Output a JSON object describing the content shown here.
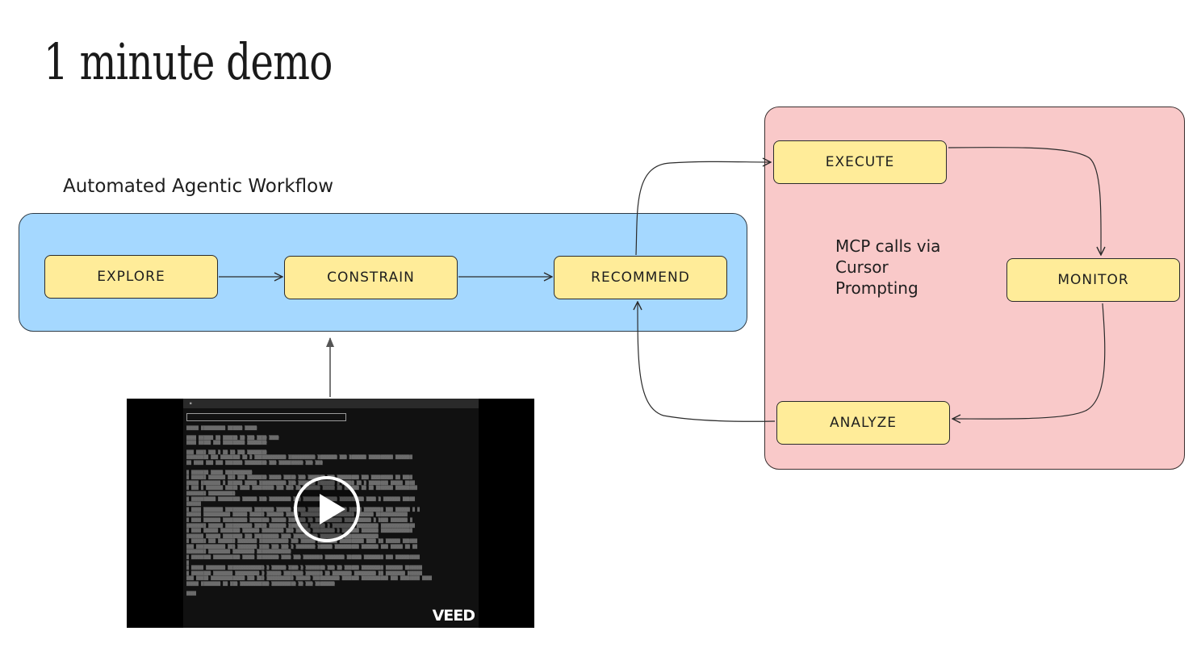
{
  "slide": {
    "title": "1 minute demo"
  },
  "workflow_group": {
    "label": "Automated Agentic Workflow",
    "nodes": {
      "explore": "EXPLORE",
      "constrain": "CONSTRAIN",
      "recommend": "RECOMMEND"
    }
  },
  "execution_group": {
    "note_lines": [
      "MCP calls via",
      "Cursor",
      "Prompting"
    ],
    "nodes": {
      "execute": "EXECUTE",
      "monitor": "MONITOR",
      "analyze": "ANALYZE"
    }
  },
  "video": {
    "brand": "VEED",
    "play_icon": "play-icon"
  },
  "colors": {
    "workflow_region": "#a5d8ff",
    "execution_region": "#f9c9c9",
    "node_fill": "#ffec99",
    "stroke": "#2b2b2b"
  }
}
